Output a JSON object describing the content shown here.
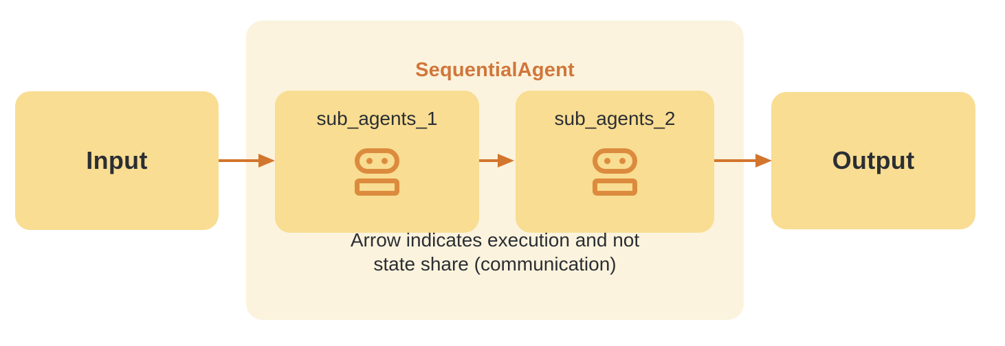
{
  "diagram": {
    "group": {
      "title": "SequentialAgent",
      "caption_line1": "Arrow indicates execution and not",
      "caption_line2": "state share (communication)"
    },
    "nodes": {
      "input": {
        "label": "Input"
      },
      "sub_agent_1": {
        "label": "sub_agents_1",
        "icon": "robot-icon"
      },
      "sub_agent_2": {
        "label": "sub_agents_2",
        "icon": "robot-icon"
      },
      "output": {
        "label": "Output"
      }
    },
    "arrows": [
      {
        "name": "input-to-sub-agent-1"
      },
      {
        "name": "sub-agent-1-to-sub-agent-2"
      },
      {
        "name": "sub-agent-2-to-output"
      }
    ]
  },
  "colors": {
    "page_bg": "#FFFFFF",
    "group_bg": "#FBF3DD",
    "node_bg": "#F8DD92",
    "title_text": "#D1763B",
    "dark_text": "#2B2E33",
    "icon_stroke": "#DC8B3E",
    "arrow": "#D2752D"
  }
}
